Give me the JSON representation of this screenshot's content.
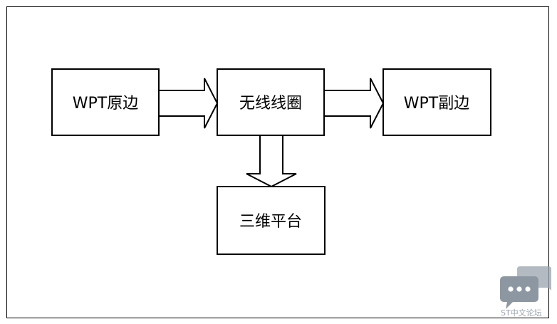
{
  "diagram": {
    "nodes": {
      "wpt_primary": "WPT原边",
      "coil": "无线线圈",
      "wpt_secondary": "WPT副边",
      "platform": "三维平台"
    },
    "edges": [
      {
        "from": "wpt_primary",
        "to": "coil"
      },
      {
        "from": "coil",
        "to": "wpt_secondary"
      },
      {
        "from": "coil",
        "to": "platform"
      }
    ]
  },
  "watermark": {
    "text": "ST中文论坛",
    "icon": "chat-bubbles-icon",
    "color": "#9aa3ad"
  }
}
